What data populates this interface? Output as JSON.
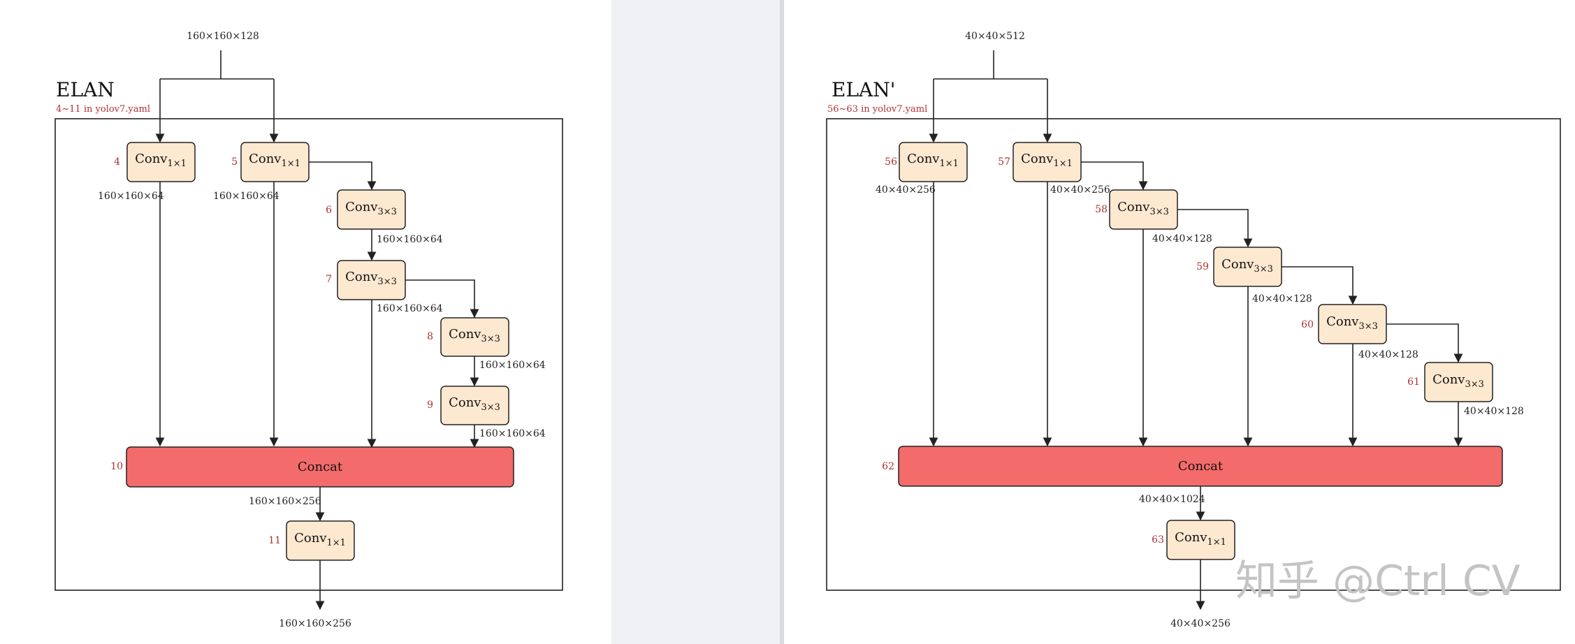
{
  "left": {
    "input_dim": "160×160×128",
    "title": "ELAN",
    "subtitle": "4~11 in yolov7.yaml",
    "output_dim": "160×160×256",
    "concat_dim": "160×160×256",
    "nodes": [
      {
        "idx": "4",
        "base": "Conv",
        "sub": "1×1",
        "dim": "160×160×64"
      },
      {
        "idx": "5",
        "base": "Conv",
        "sub": "1×1",
        "dim": "160×160×64"
      },
      {
        "idx": "6",
        "base": "Conv",
        "sub": "3×3",
        "dim": "160×160×64"
      },
      {
        "idx": "7",
        "base": "Conv",
        "sub": "3×3",
        "dim": "160×160×64"
      },
      {
        "idx": "8",
        "base": "Conv",
        "sub": "3×3",
        "dim": "160×160×64"
      },
      {
        "idx": "9",
        "base": "Conv",
        "sub": "3×3",
        "dim": "160×160×64"
      },
      {
        "idx": "10",
        "base": "Concat",
        "sub": "",
        "dim": ""
      },
      {
        "idx": "11",
        "base": "Conv",
        "sub": "1×1",
        "dim": ""
      }
    ]
  },
  "right": {
    "input_dim": "40×40×512",
    "title": "ELAN'",
    "subtitle": "56~63 in yolov7.yaml",
    "output_dim": "40×40×256",
    "concat_dim": "40×40×1024",
    "nodes": [
      {
        "idx": "56",
        "base": "Conv",
        "sub": "1×1",
        "dim": "40×40×256"
      },
      {
        "idx": "57",
        "base": "Conv",
        "sub": "1×1",
        "dim": "40×40×256"
      },
      {
        "idx": "58",
        "base": "Conv",
        "sub": "3×3",
        "dim": "40×40×128"
      },
      {
        "idx": "59",
        "base": "Conv",
        "sub": "3×3",
        "dim": "40×40×128"
      },
      {
        "idx": "60",
        "base": "Conv",
        "sub": "3×3",
        "dim": "40×40×128"
      },
      {
        "idx": "61",
        "base": "Conv",
        "sub": "3×3",
        "dim": "40×40×128"
      },
      {
        "idx": "62",
        "base": "Concat",
        "sub": "",
        "dim": ""
      },
      {
        "idx": "63",
        "base": "Conv",
        "sub": "1×1",
        "dim": ""
      }
    ]
  },
  "watermark": "知乎 @Ctrl CV",
  "colors": {
    "node_fill": "#fde8d0",
    "concat_fill": "#f36b6b",
    "index_red": "#b03030"
  }
}
